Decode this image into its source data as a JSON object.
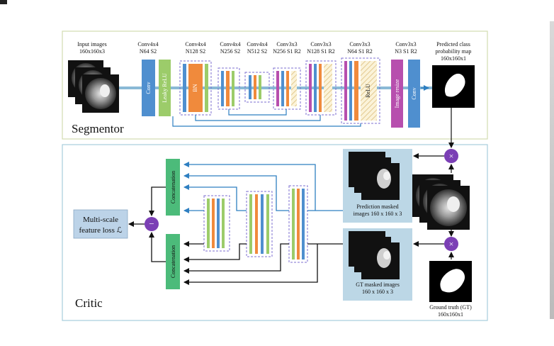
{
  "segmentor": {
    "title": "Segmentor",
    "input": {
      "line1": "Input images",
      "line2": "160x160x3"
    },
    "layers": [
      {
        "name": "Conv4x4",
        "detail": "N64 S2"
      },
      {
        "name": "Conv4x4",
        "detail": "N128 S2"
      },
      {
        "name": "Conv4x4",
        "detail": "N256 S2"
      },
      {
        "name": "Conv4x4",
        "detail": "N512 S2"
      },
      {
        "name": "Conv3x3",
        "detail": "N256 S1 R2"
      },
      {
        "name": "Conv3x3",
        "detail": "N128 S1 R2"
      },
      {
        "name": "Conv3x3",
        "detail": "N64 S1 R2"
      },
      {
        "name": "Conv3x3",
        "detail": "N3 S1 R2"
      }
    ],
    "block_labels": {
      "conv": "Conv",
      "leaky": "Leaky ReLU",
      "bn": "BN",
      "relu": "ReLU",
      "resize": "Image resize",
      "conv_out": "Conv"
    },
    "output": {
      "line1": "Predicted class",
      "line2": "probability map",
      "line3": "160x160x1"
    }
  },
  "critic": {
    "title": "Critic",
    "concat_label": "Concatenation",
    "loss": {
      "line1": "Multi-scale",
      "line2": "feature loss ℒ"
    },
    "pred_caption": {
      "line1": "Prediction masked",
      "line2": "images 160 x 160 x 3"
    },
    "gt_caption": {
      "line1": "GT masked images",
      "line2": "160 x 160 x 3"
    },
    "gt_truth": {
      "line1": "Ground truth (GT)",
      "line2": "160x160x1"
    },
    "multiply_symbol": "×",
    "minus_symbol": "−"
  },
  "colors": {
    "blue_block": "#4f8fcf",
    "green_block": "#9ccc6a",
    "orange_block": "#f08a3c",
    "purple_block": "#b74fae",
    "arrow_blue": "#2e7fc1",
    "concat_green": "#4cbb7a",
    "operator_purple": "#7b3fb5",
    "loss_fill": "#bcd3e8",
    "caption_fill": "#bcd7e6",
    "segmentor_border": "#cfd8a8",
    "critic_border": "#9fc6d6"
  }
}
